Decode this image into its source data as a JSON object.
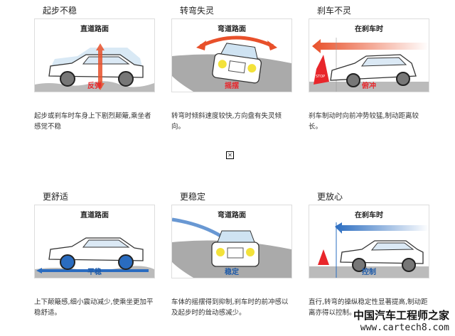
{
  "problems": [
    {
      "title": "起步不稳",
      "road": "直道路面",
      "label": "反弹",
      "desc": "起步或刹车时车身上下剧烈颠簸,乘坐者感觉不稳"
    },
    {
      "title": "转弯失灵",
      "road": "弯道路面",
      "label": "摇摆",
      "desc": "转弯时倾斜速度较快,方向盘有失灵倾向。"
    },
    {
      "title": "刹车不灵",
      "road": "在刹车时",
      "label": "俯冲",
      "desc": "刹车制动时向前冲势较猛,制动距离较长。"
    }
  ],
  "benefits": [
    {
      "title": "更舒适",
      "road": "直道路面",
      "label": "平稳",
      "desc": "上下颠簸感,细小震动减少,使乘坐更加平稳舒适。"
    },
    {
      "title": "更稳定",
      "road": "弯道路面",
      "label": "稳定",
      "desc": "车体的摇摆得到抑制,刹车时的前冲感以及起步时的耸动感减少。"
    },
    {
      "title": "更放心",
      "road": "在刹车时",
      "label": "控制",
      "desc": "直行,转弯的操纵稳定性显著提高,制动距离亦得以控制。"
    }
  ],
  "stop_sign": "STOP",
  "broken_image_icon": "broken-image-icon",
  "watermark": {
    "cn": "中国汽车工程师之家",
    "url": "www.cartech8.com"
  },
  "colors": {
    "problem_label": "#e8262b",
    "benefit_label": "#1e5aa8",
    "arrow_red": "#e8502a",
    "arrow_blue": "#2a6cc0",
    "road": "#b8b8b8"
  }
}
